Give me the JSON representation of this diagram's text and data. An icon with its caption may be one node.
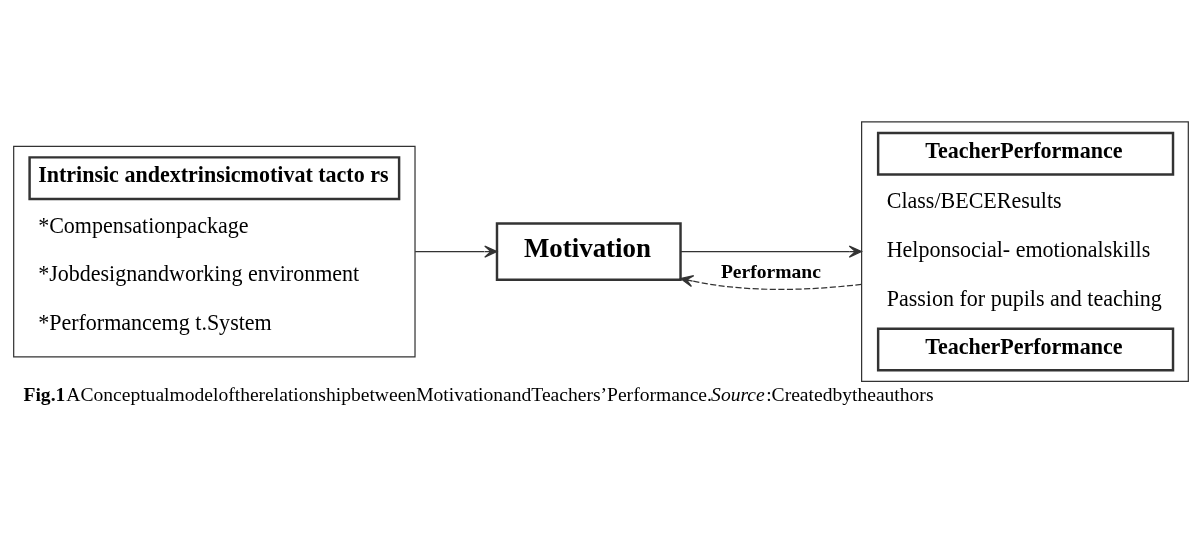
{
  "diagram": {
    "caption": "**Fig.1**AConceptualmodeloftherelationshipbetweenMotivationandTeachers’Performance.*Source*:Createdbytheauthors",
    "nodes": [
      {
        "text": [
          "Intrinsic andextrinsicmotivat tacto rs",
          "*Compensationpackage",
          "*Jobdesignandworking environment",
          "*Performancemg t.System"
        ]
      },
      {
        "text": [
          "Motivation"
        ]
      },
      {
        "text": [
          "TeacherPerformance",
          "Class/BECEResults",
          "Helponsocial- emotionalskills",
          "Passion for pupils and teaching",
          "TeacherPerformance"
        ]
      }
    ],
    "edges": [
      {
        "from": 0,
        "to": 1,
        "arrow": "to"
      },
      {
        "from": 1,
        "to": 2,
        "arrow": "to"
      },
      {
        "from": 2,
        "to": 1,
        "arrow": "to",
        "style": "dashed",
        "label": "Performanc"
      }
    ]
  }
}
